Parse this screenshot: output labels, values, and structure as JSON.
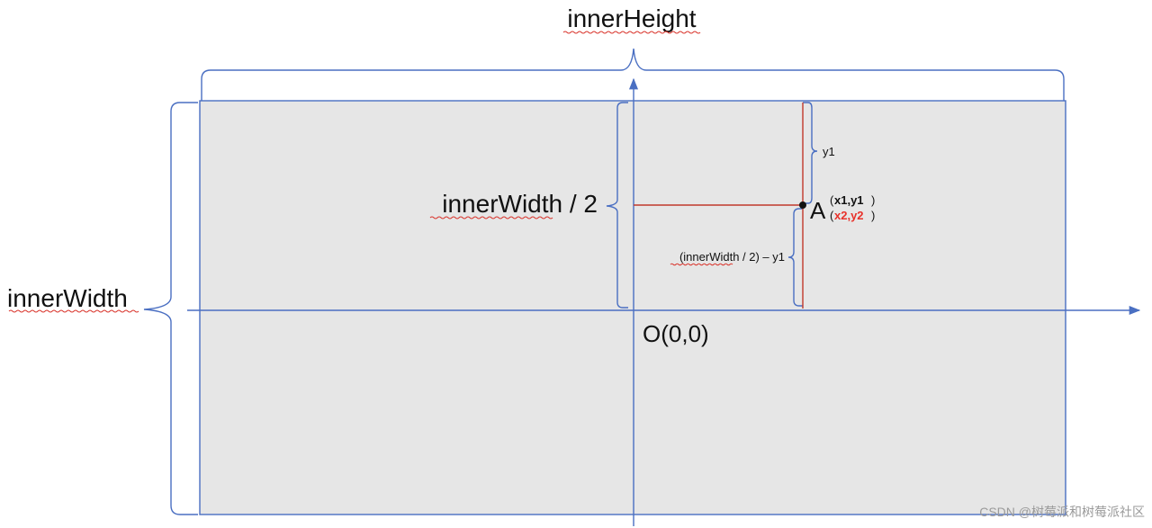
{
  "labels": {
    "inner_height": "innerHeight",
    "inner_width_half": "innerWidth / 2",
    "inner_width": "innerWidth",
    "y1": "y1",
    "half_minus_y1": "(innerWidth / 2) – y1",
    "origin": "O(0,0)",
    "point_name": "A",
    "open_paren": "(",
    "close_paren": ")",
    "coord_1": "x1,y1",
    "coord_2": "x2,y2"
  },
  "watermark": "CSDN @树莓派和树莓派社区",
  "colors": {
    "axis": "#4a6fc2",
    "screen_fill": "#e6e6e6",
    "guide_red": "#c0392b",
    "coord_2_text": "#e8312a",
    "spell_underline": "#d9342b"
  }
}
